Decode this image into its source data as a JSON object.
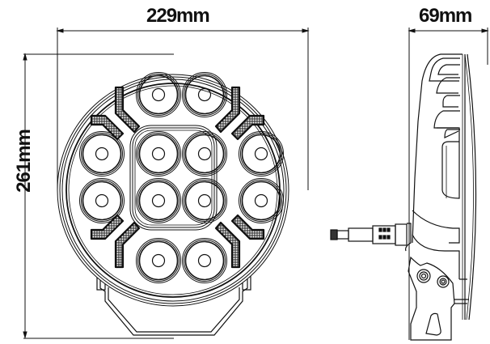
{
  "dimensions": {
    "width": "229mm",
    "height": "261mm",
    "depth": "69mm"
  },
  "views": {
    "front": {
      "description": "Round LED driving light front view",
      "lens_count": 12,
      "lens_rows": [
        2,
        4,
        4,
        2
      ],
      "position_light_bars": 4
    },
    "side": {
      "description": "Side profile with heatsink fins, mounting bracket and cable connector"
    }
  },
  "colors": {
    "line": "#111111",
    "background": "#ffffff",
    "hatch": "#555555"
  }
}
